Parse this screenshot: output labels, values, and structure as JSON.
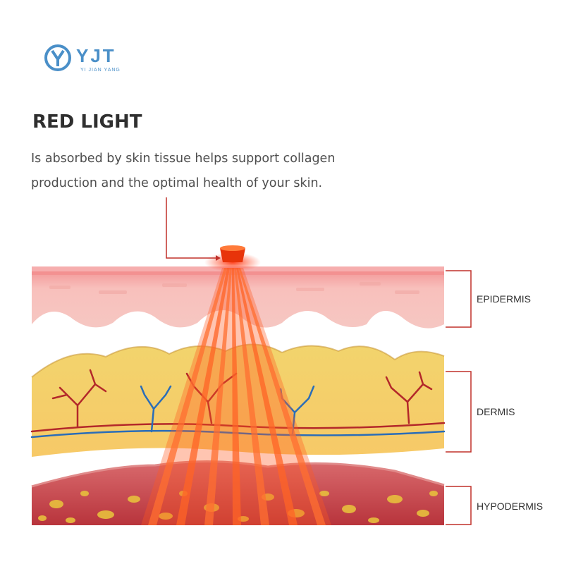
{
  "brand": {
    "logo_text": "YJT",
    "logo_subtitle": "YI JIAN YANG",
    "accent_color": "#4a8fc8"
  },
  "heading": {
    "title": "RED LIGHT",
    "description": "Is absorbed by skin tissue helps support collagen production and the optimal health of your skin."
  },
  "layers": [
    {
      "label": "EPIDERMIS"
    },
    {
      "label": "DERMIS"
    },
    {
      "label": "HYPODERMIS"
    }
  ],
  "colors": {
    "bracket": "#c0302a",
    "light_beam": "#ff5a1f",
    "artery": "#b3282a",
    "vein": "#2a6db8",
    "epidermis": "#f6c3bf",
    "dermis": "#f6cf6a",
    "hypodermis": "#c9444b",
    "fat": "#e8bf3d"
  },
  "icons": [
    "logo-emblem-icon",
    "red-light-emitter-icon"
  ]
}
